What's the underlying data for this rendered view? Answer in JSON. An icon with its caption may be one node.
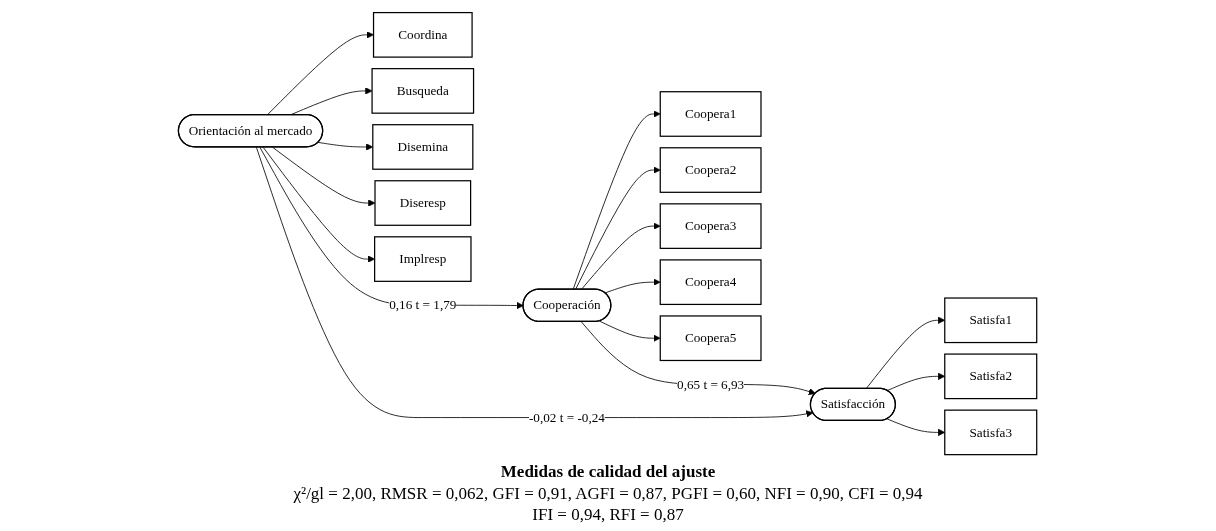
{
  "diagram": {
    "nodes": [
      {
        "text": [
          "Coopera1"
        ]
      },
      {
        "text": [
          "Coopera2"
        ]
      },
      {
        "text": [
          "Coopera3"
        ]
      },
      {
        "text": [
          "Coopera4"
        ]
      },
      {
        "text": [
          "Coopera5"
        ]
      },
      {
        "text": [
          "Cooperación"
        ]
      },
      {
        "text": [
          "Coordina"
        ]
      },
      {
        "text": [
          "Busqueda"
        ]
      },
      {
        "text": [
          "Disemina"
        ]
      },
      {
        "text": [
          "Diseresp"
        ]
      },
      {
        "text": [
          "Implresp"
        ]
      },
      {
        "text": [
          "Orientación al mercado"
        ]
      },
      {
        "text": [
          "Satisfacción"
        ]
      },
      {
        "text": [
          "Satisfa1"
        ]
      },
      {
        "text": [
          "Satisfa2"
        ]
      },
      {
        "text": [
          "Satisfa3"
        ]
      }
    ],
    "edges": [
      {
        "from": 5,
        "to": 0,
        "arrow": "to"
      },
      {
        "from": 5,
        "to": 1,
        "arrow": "to"
      },
      {
        "from": 5,
        "to": 2,
        "arrow": "to"
      },
      {
        "from": 5,
        "to": 3,
        "arrow": "to"
      },
      {
        "from": 5,
        "to": 4,
        "arrow": "to"
      },
      {
        "from": 11,
        "to": 6,
        "arrow": "to"
      },
      {
        "from": 11,
        "to": 7,
        "arrow": "to"
      },
      {
        "from": 11,
        "to": 8,
        "arrow": "to"
      },
      {
        "from": 11,
        "to": 9,
        "arrow": "to"
      },
      {
        "from": 11,
        "to": 10,
        "arrow": "to"
      },
      {
        "from": 11,
        "to": 5,
        "arrow": "to",
        "label": "0,16 t = 1,79"
      },
      {
        "from": 5,
        "to": 12,
        "arrow": "to",
        "label": "0,65 t = 6,93"
      },
      {
        "from": 11,
        "to": 12,
        "arrow": "to",
        "label": "-0,02 t = -0,24"
      },
      {
        "from": 12,
        "to": 13,
        "arrow": "to"
      },
      {
        "from": 12,
        "to": 14,
        "arrow": "to"
      },
      {
        "from": 12,
        "to": 15,
        "arrow": "to"
      }
    ],
    "labels": [
      "Medidas de calidad del ajuste",
      "χ²/gl = 2,00, RMSR = 0,062, GFI = 0,91, AGFI = 0,87, PGFI = 0,60, NFI = 0,90, CFI = 0,94",
      "IFI = 0,94, RFI = 0,87"
    ]
  }
}
